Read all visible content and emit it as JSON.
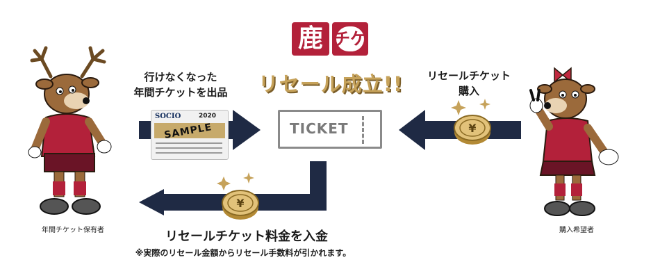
{
  "logo": {
    "kanji": "鹿",
    "katakana": "チケ"
  },
  "headline": "リセール成立!!",
  "left_label": [
    "行けなくなった",
    "年間チケットを出品"
  ],
  "right_label": [
    "リセールチケット",
    "購入"
  ],
  "card": {
    "brand": "SOCIO",
    "year": "2020",
    "stamp": "SAMPLE"
  },
  "ticket_text": "TICKET",
  "bottom_label": "リセールチケット料金を入金",
  "note": "※実際のリセール金額からリセール手数料が引かれます。",
  "caption_left": "年間チケット保有者",
  "caption_right": "購入希望者",
  "coin_symbol": "¥",
  "colors": {
    "navy": "#1f2a44",
    "crimson": "#b3213a",
    "gold": "#c6a25a",
    "grey": "#8a8a8a"
  },
  "icons": [
    "deer-mascot-male-icon",
    "deer-mascot-female-icon",
    "yen-coin-icon",
    "sparkle-icon",
    "right-arrow-icon",
    "left-arrow-icon"
  ]
}
